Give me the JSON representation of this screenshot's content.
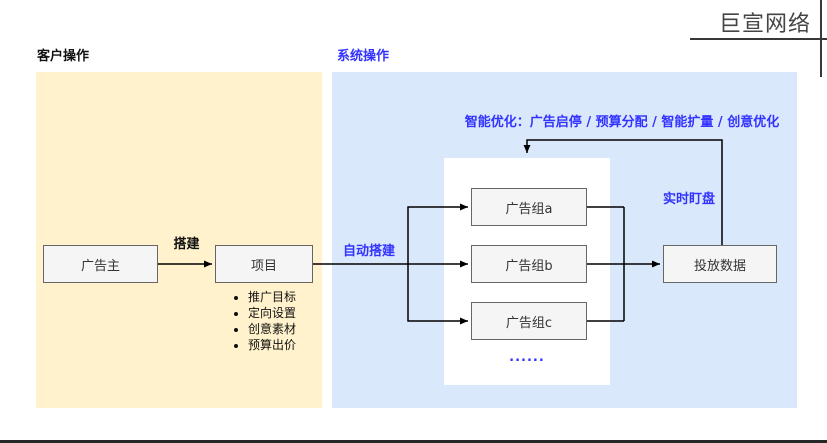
{
  "brand": {
    "text": "巨宣网络"
  },
  "sections": {
    "customer": {
      "label": "客户操作"
    },
    "system": {
      "label": "系统操作"
    }
  },
  "nodes": {
    "advertiser": "广告主",
    "project": "项目",
    "ad_group_a": "广告组a",
    "ad_group_b": "广告组b",
    "ad_group_c": "广告组c",
    "delivery_data": "投放数据",
    "ellipsis": "......"
  },
  "edge_labels": {
    "build": "搭建",
    "auto_build": "自动搭建",
    "smart_optimization": "智能优化：广告启停 / 预算分配 / 智能扩量 / 创意优化",
    "realtime_monitor": "实时盯盘"
  },
  "project_details": [
    "推广目标",
    "定向设置",
    "创意素材",
    "预算出价"
  ],
  "colors": {
    "customer_panel": "#FFF2CC",
    "system_panel": "#DAE8FC",
    "node_fill": "#F5F5F5",
    "node_border": "#666666",
    "accent_blue": "#3333FF",
    "arrow": "#000000",
    "brand_text": "#454545"
  }
}
